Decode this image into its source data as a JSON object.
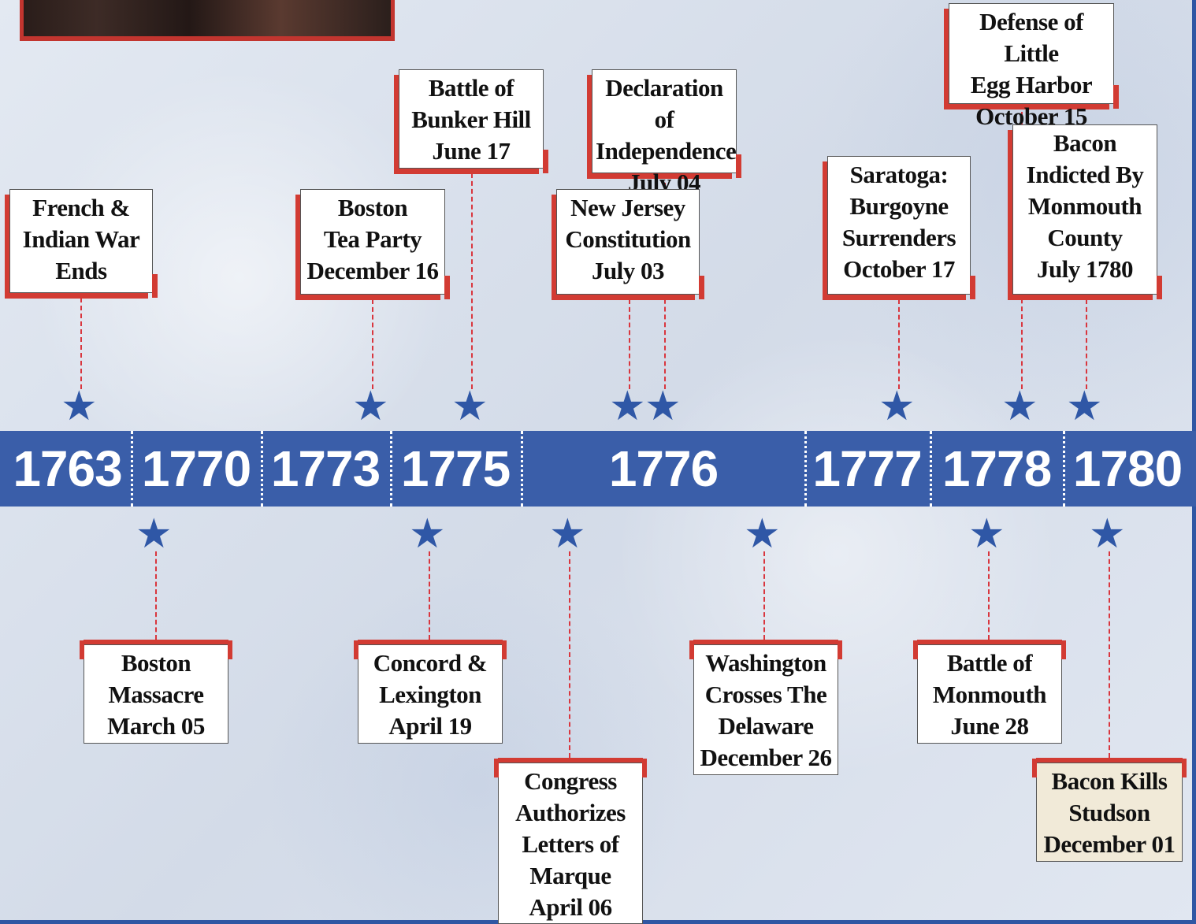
{
  "timeline": {
    "years": [
      "1763",
      "1770",
      "1773",
      "1775",
      "1776",
      "1777",
      "1778",
      "1780"
    ],
    "events_above": [
      {
        "lines": [
          "French &",
          "Indian War",
          "Ends"
        ]
      },
      {
        "lines": [
          "Boston",
          "Tea Party",
          "December 16"
        ]
      },
      {
        "lines": [
          "Battle of",
          "Bunker Hill",
          "June 17"
        ]
      },
      {
        "lines": [
          "New Jersey",
          "Constitution",
          "July 03"
        ]
      },
      {
        "lines": [
          "Declaration of",
          "Independence",
          "July 04"
        ]
      },
      {
        "lines": [
          "Saratoga:",
          "Burgoyne",
          "Surrenders",
          "October 17"
        ]
      },
      {
        "lines": [
          "Defense of Little",
          "Egg Harbor",
          "October 15"
        ]
      },
      {
        "lines": [
          "Bacon",
          "Indicted By",
          "Monmouth",
          "County",
          "July 1780"
        ]
      }
    ],
    "events_below": [
      {
        "lines": [
          "Boston",
          "Massacre",
          "March 05"
        ]
      },
      {
        "lines": [
          "Concord &",
          "Lexington",
          "April 19"
        ]
      },
      {
        "lines": [
          "Congress",
          "Authorizes",
          "Letters of",
          "Marque",
          "April 06"
        ]
      },
      {
        "lines": [
          "Washington",
          "Crosses The",
          "Delaware",
          "December 26"
        ]
      },
      {
        "lines": [
          "Battle of",
          "Monmouth",
          "June 28"
        ]
      },
      {
        "lines": [
          "Bacon Kills",
          "Studson",
          "December 01"
        ]
      }
    ]
  },
  "colors": {
    "bar": "#3a5ea9",
    "star": "#2f57a6",
    "accent_red": "#d23b33",
    "highlight_box": "#f1ead8"
  }
}
